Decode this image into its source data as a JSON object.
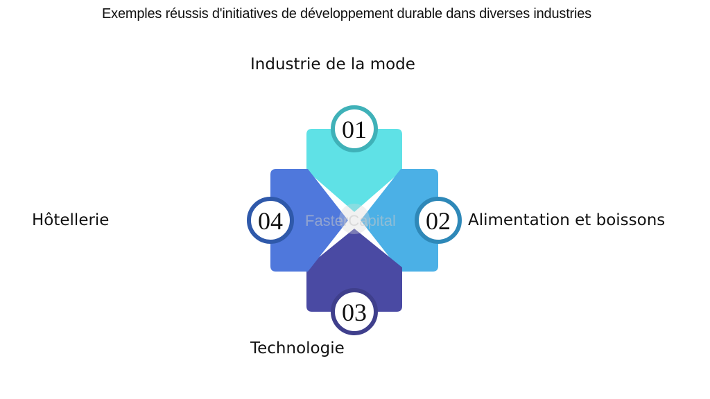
{
  "title": "Exemples réussis d'initiatives de développement durable dans diverses industries",
  "items": [
    {
      "number": "01",
      "label": "Industrie de la mode",
      "position": "top",
      "color": "#5fe1e6",
      "ring_color": "#3fb1b8"
    },
    {
      "number": "02",
      "label": "Alimentation et boissons",
      "position": "right",
      "color": "#4bb0e6",
      "ring_color": "#2e88b8"
    },
    {
      "number": "03",
      "label": "Technologie",
      "position": "bottom",
      "color": "#4a4aa3",
      "ring_color": "#3f3f8c"
    },
    {
      "number": "04",
      "label": "Hôtellerie",
      "position": "left",
      "color": "#4f78dc",
      "ring_color": "#2f59aa"
    }
  ],
  "watermark": "FasterCapital"
}
